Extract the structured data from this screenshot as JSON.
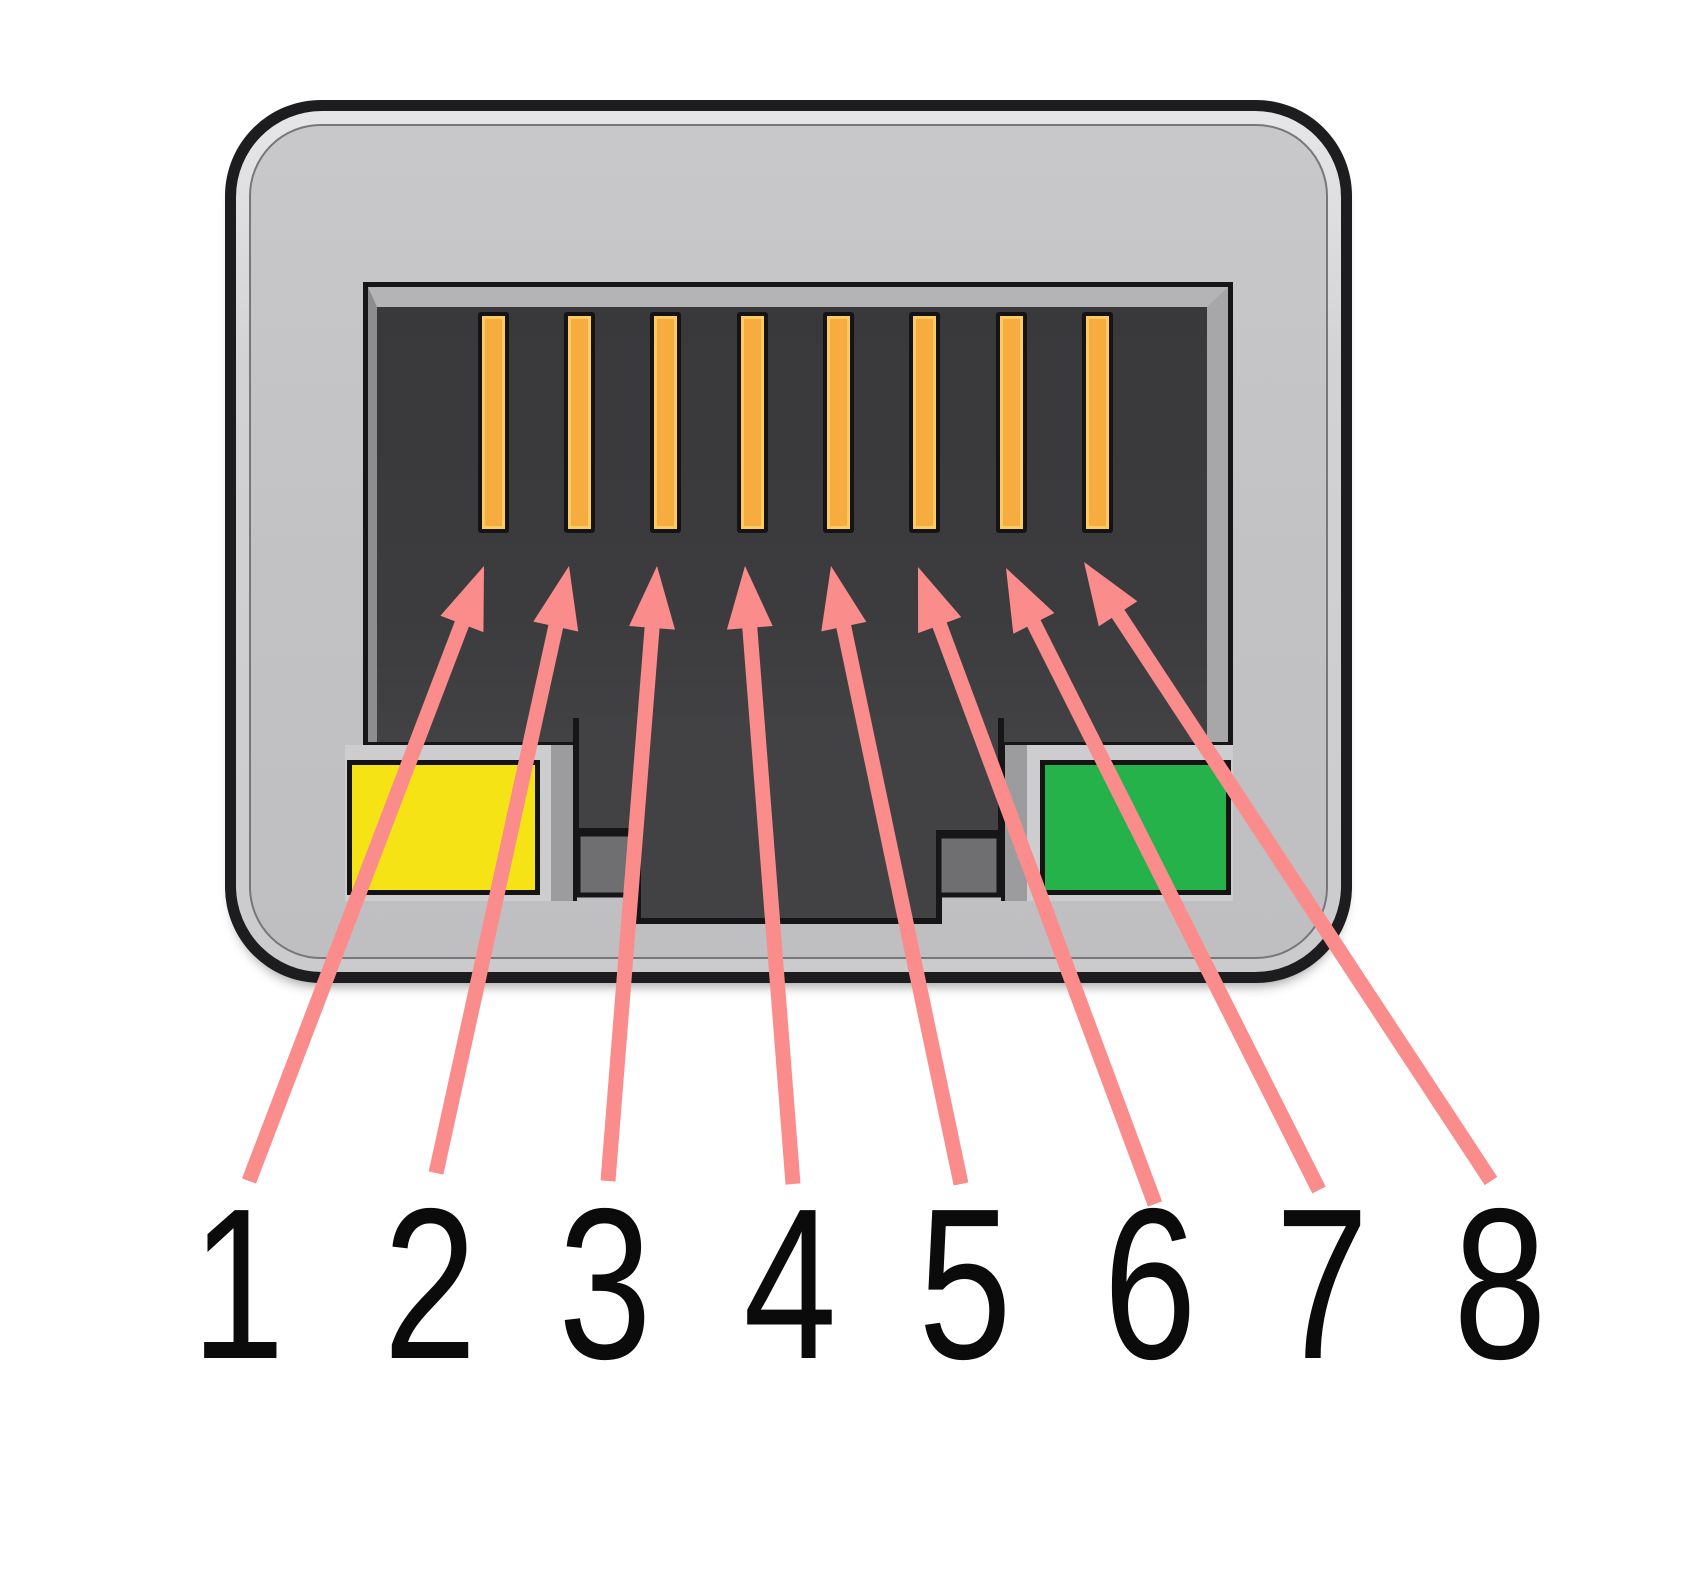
{
  "pinout": {
    "pin_labels": [
      "1",
      "2",
      "3",
      "4",
      "5",
      "6",
      "7",
      "8"
    ],
    "pin_count": 8,
    "colors": {
      "arrow": "#fb8c8c",
      "pin_contact": "#f6ac3e",
      "led_left": "#f5e316",
      "led_right": "#25b24a",
      "port_face": "#c3c3c5",
      "opening_dark": "#3b3b3d",
      "latch_slot": "#424244",
      "outline_black": "#161618",
      "label_text": "#0b0b0b"
    }
  }
}
